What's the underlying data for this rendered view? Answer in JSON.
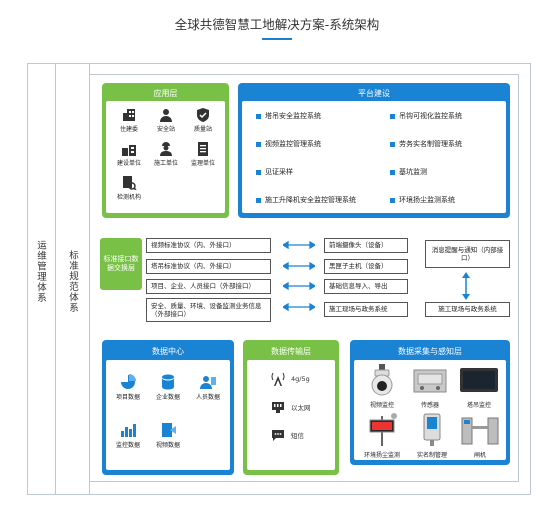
{
  "title": "全球共德智慧工地解决方案-系统架构",
  "side_labels": {
    "ops": "运维管理体系",
    "std": "标准规范体系"
  },
  "app_layer": {
    "title": "应用层",
    "items": [
      "住建委",
      "安全站",
      "质量站",
      "建设单位",
      "施工单位",
      "监理单位",
      "检测机构"
    ]
  },
  "platform": {
    "title": "平台建设",
    "items": [
      "塔吊安全监控系统",
      "吊钩可视化监控系统",
      "视频监控管理系统",
      "劳务实名制管理系统",
      "见证采样",
      "基坑监测",
      "施工升降机安全监控管理系统",
      "环境扬尘监测系统"
    ]
  },
  "std_interface": {
    "label": "标准接口数据交换层",
    "left_boxes": [
      "视频标准协议（内、外接口）",
      "塔吊标准协议（内、外接口）",
      "项目、企业、人员接口（外部接口）",
      "安全、质量、环境、设备监测业务信息（外部接口）"
    ],
    "right_boxes": [
      "前端摄像头（设备）",
      "黑匣子主机（设备）",
      "基础信息导入、导出",
      "施工现场与政务系统"
    ],
    "msg_box": "消息提醒与通知（内部接口）",
    "gov_box": "施工现场与政务系统"
  },
  "data_center": {
    "title": "数据中心",
    "items": [
      "项目数据",
      "企业数据",
      "人员数据",
      "监控数据",
      "视频数据"
    ]
  },
  "transport": {
    "title": "数据传输层",
    "items": [
      "4g/5g",
      "以太网",
      "短信"
    ]
  },
  "collection": {
    "title": "数据采集与感知层",
    "items": [
      "视频监控",
      "传感器",
      "塔吊监控",
      "环境扬尘监测",
      "实名制管理",
      "闸机"
    ]
  },
  "colors": {
    "green": "#78c146",
    "blue": "#1a83d4",
    "frame": "#bfc7cf"
  }
}
